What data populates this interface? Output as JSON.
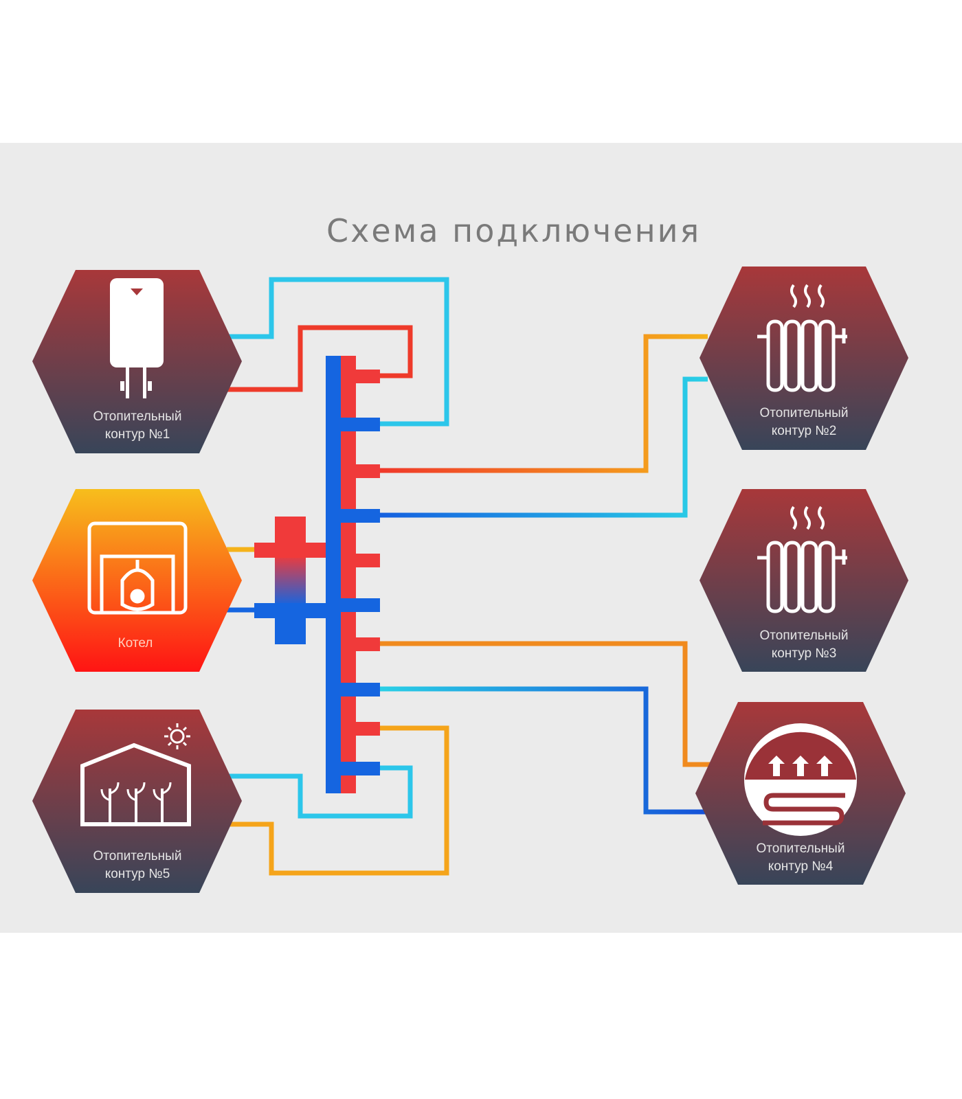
{
  "title": "Схема подключения",
  "nodes": {
    "circuit1": {
      "line1": "Отопительный",
      "line2": "контур №1",
      "icon": "water-heater-icon"
    },
    "boiler": {
      "label": "Котел",
      "icon": "boiler-icon"
    },
    "circuit5": {
      "line1": "Отопительный",
      "line2": "контур №5",
      "icon": "greenhouse-icon"
    },
    "circuit2": {
      "line1": "Отопительный",
      "line2": "контур №2",
      "icon": "radiator-icon"
    },
    "circuit3": {
      "line1": "Отопительный",
      "line2": "контур №3",
      "icon": "radiator-icon"
    },
    "circuit4": {
      "line1": "Отопительный",
      "line2": "контур №4",
      "icon": "floor-heating-icon"
    }
  },
  "colors": {
    "hot": "#f03a2e",
    "cold": "#1565e0",
    "node_top": "#a8383a",
    "node_bottom": "#384559",
    "boiler_top": "#f7be1c",
    "boiler_bottom": "#ff1414"
  }
}
